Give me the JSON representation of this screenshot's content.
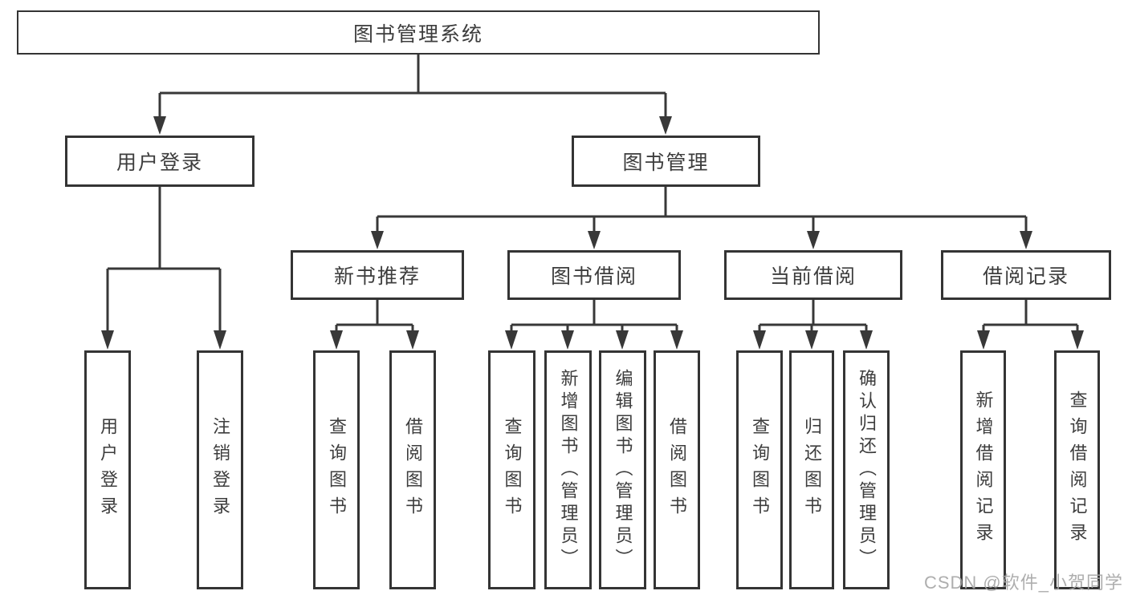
{
  "tree": {
    "root": {
      "label": "图书管理系统"
    },
    "user_login": {
      "label": "用户登录",
      "children": [
        {
          "label": "用户登录"
        },
        {
          "label": "注销登录"
        }
      ]
    },
    "book_management": {
      "label": "图书管理",
      "groups": [
        {
          "label": "新书推荐",
          "children": [
            {
              "label": "查询图书"
            },
            {
              "label": "借阅图书"
            }
          ]
        },
        {
          "label": "图书借阅",
          "children": [
            {
              "label": "查询图书"
            },
            {
              "label": "新增图书（管理员）"
            },
            {
              "label": "编辑图书（管理员）"
            },
            {
              "label": "借阅图书"
            }
          ]
        },
        {
          "label": "当前借阅",
          "children": [
            {
              "label": "查询图书"
            },
            {
              "label": "归还图书"
            },
            {
              "label": "确认归还（管理员）"
            }
          ]
        },
        {
          "label": "借阅记录",
          "children": [
            {
              "label": "新增借阅记录"
            },
            {
              "label": "查询借阅记录"
            }
          ]
        }
      ]
    }
  },
  "watermark": {
    "text": "CSDN @软件_小贺同学"
  },
  "colors": {
    "line": "#383838",
    "box_border": "#343434",
    "text": "#3d3d3d",
    "watermark": "#a5a5a5",
    "background": "#ffffff"
  }
}
